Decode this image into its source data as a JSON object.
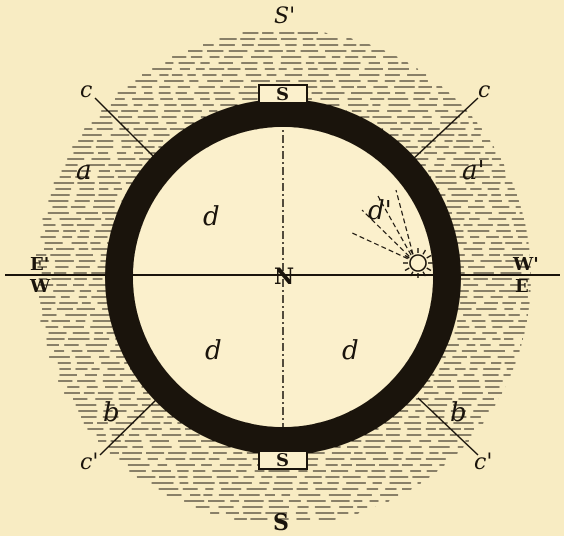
{
  "colors": {
    "paper": "#f8ecc3",
    "ink": "#1a140c",
    "disk_fill": "#fbf0cc"
  },
  "icons": {
    "sun": "sun-icon"
  },
  "labels": {
    "s_prime_top": "S'",
    "s_bottom": "S",
    "s_inner_top": "S",
    "s_inner_bottom": "S",
    "center_n": "N",
    "e_prime": "E'",
    "w_left": "W",
    "w_prime": "W'",
    "e_right": "E",
    "c_top_left": "c",
    "c_top_right": "c",
    "c_bottom_left": "c'",
    "c_bottom_right": "c'",
    "a_left": "a",
    "a_right": "a'",
    "b_left": "b",
    "b_right": "b",
    "d_upper_left": "d",
    "d_prime": "d'",
    "d_lower_left": "d",
    "d_lower_right": "d"
  }
}
